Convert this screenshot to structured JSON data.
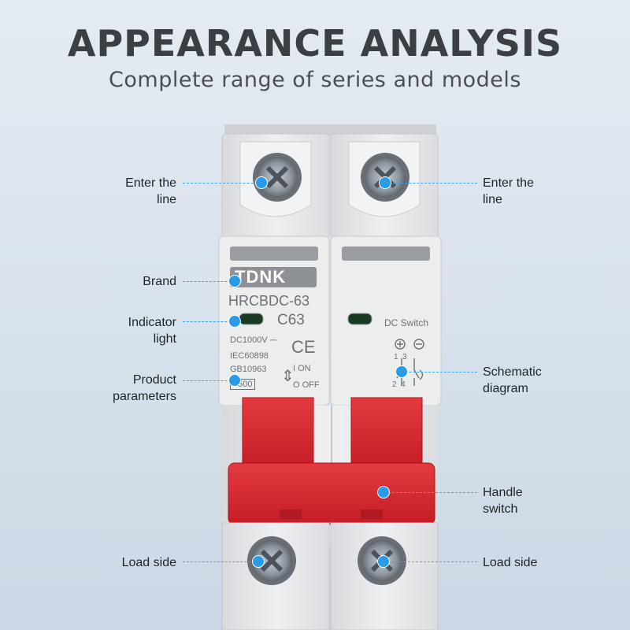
{
  "header": {
    "title": "APPEARANCE ANALYSIS",
    "subtitle": "Complete range of series and models"
  },
  "device": {
    "brand_text": "TDNK",
    "model": "HRCBDC-63",
    "rating": "C63",
    "dc_voltage": "DC1000V ⎓",
    "ce_mark": "CE",
    "standard_1": "IEC60898",
    "standard_2": "GB10963",
    "breaking_capacity": "4500",
    "on_label": "I ON",
    "off_label": "O OFF",
    "switch_type": "DC Switch",
    "terminal_top": "1  3",
    "terminal_bottom": "2  4"
  },
  "callouts": {
    "enter_line_left": "Enter the\nline",
    "enter_line_right": "Enter the\nline",
    "brand": "Brand",
    "indicator_light": "Indicator\nlight",
    "product_parameters": "Product\nparameters",
    "schematic_diagram": "Schematic\ndiagram",
    "handle_switch": "Handle\nswitch",
    "load_side_left": "Load side",
    "load_side_right": "Load side"
  },
  "colors": {
    "accent": "#2a9be8",
    "handle": "#d8222c",
    "body": "#e9eaec"
  }
}
